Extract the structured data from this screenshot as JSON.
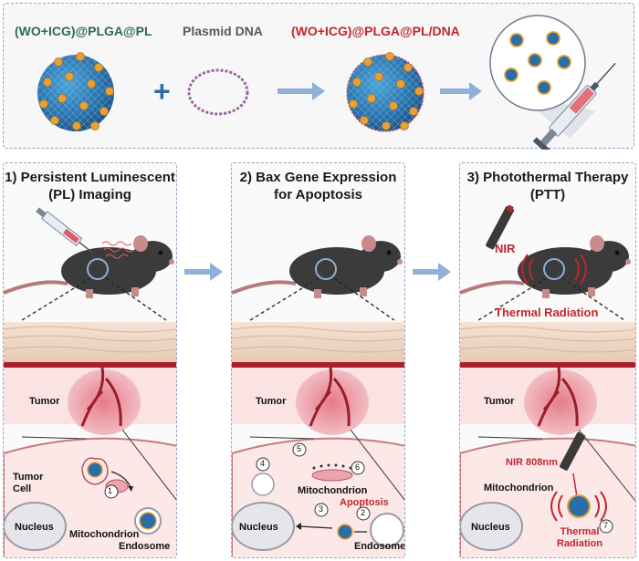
{
  "top": {
    "label_left": "(WO+ICG)@PLGA@PL",
    "label_mid": "Plasmid DNA",
    "label_right": "(WO+ICG)@PLGA@PL/DNA",
    "plus": "+"
  },
  "panels": [
    {
      "title_line1": "1) Persistent Luminescent",
      "title_line2": "(PL) Imaging",
      "tumor": "Tumor",
      "tumor_cell_line1": "Tumor",
      "tumor_cell_line2": "Cell",
      "nucleus": "Nucleus",
      "mitochondrion": "Mitochondrion",
      "endosome": "Endosome",
      "step": "1"
    },
    {
      "title_line1": "2) Bax Gene Expression",
      "title_line2": "for Apoptosis",
      "tumor": "Tumor",
      "nucleus": "Nucleus",
      "mitochondrion": "Mitochondrion",
      "apoptosis": "Apoptosis",
      "endosome": "Endosome",
      "steps": [
        "2",
        "3",
        "4",
        "5",
        "6"
      ]
    },
    {
      "title_line1": "3) Photothermal Therapy",
      "title_line2": "(PTT)",
      "nir": "NIR",
      "thermal_radiation": "Thermal Radiation",
      "tumor": "Tumor",
      "nir808": "NIR 808nm",
      "mitochondrion": "Mitochondrion",
      "nucleus": "Nucleus",
      "thermal_line1": "Thermal",
      "thermal_line2": "Radiation",
      "step": "7"
    }
  ],
  "colors": {
    "green_label": "#2e6b4a",
    "red_label": "#c0262d",
    "gray_label": "#555a66",
    "nanoparticle": "#2a6ea8",
    "gold": "#e6a13a",
    "arrow": "#8fb0d8",
    "panel_border": "#8fa3c9"
  }
}
